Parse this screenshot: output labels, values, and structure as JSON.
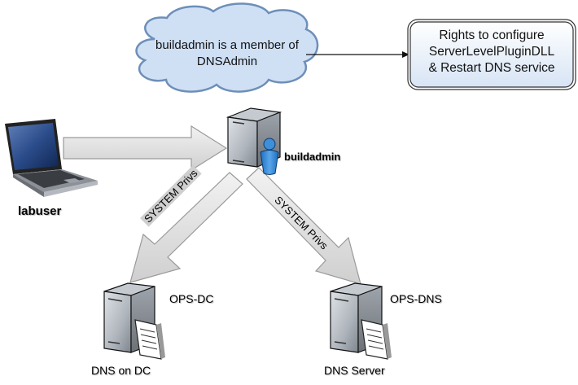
{
  "cloud": {
    "line1": "buildadmin is a member of",
    "line2": "DNSAdmin"
  },
  "rights_box": {
    "line1": "Rights to configure",
    "line2": "ServerLevelPluginDLL",
    "line3": "& Restart DNS service"
  },
  "nodes": {
    "laptop": {
      "label": "labuser",
      "icon": "laptop-icon"
    },
    "buildadmin": {
      "label": "buildadmin",
      "icon": "server-user-icon"
    },
    "ops_dc": {
      "label": "OPS-DC",
      "caption": "DNS on DC",
      "icon": "server-document-icon"
    },
    "ops_dns": {
      "label": "OPS-DNS",
      "caption": "DNS Server",
      "icon": "server-document-icon"
    }
  },
  "edges": {
    "left_priv": "SYSTEM Privs",
    "right_priv": "SYSTEM Privs"
  },
  "colors": {
    "cloud_fill": "#cfe0f5",
    "cloud_stroke": "#6d8fb8",
    "box_fill": "#e6effa",
    "arrow_fill": "#e2e2e2",
    "arrow_stroke": "#9a9a9a",
    "user_blue": "#2e7fd0"
  }
}
